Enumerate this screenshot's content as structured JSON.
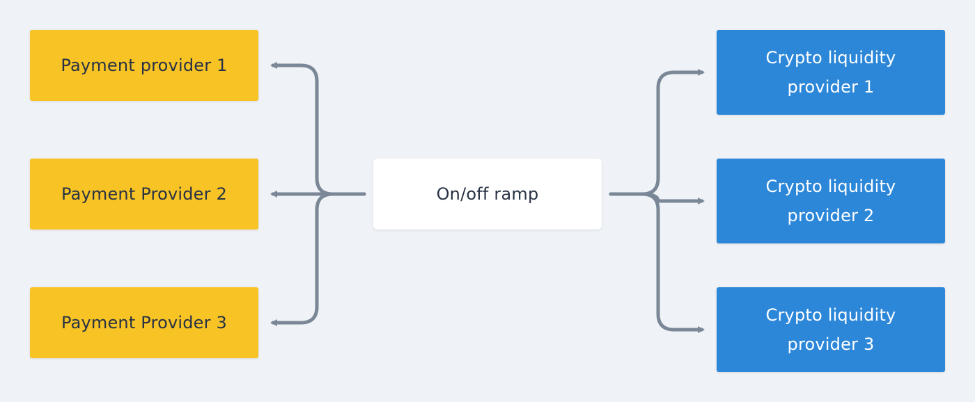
{
  "center": {
    "label": "On/off ramp"
  },
  "payment_providers": [
    {
      "label": "Payment provider 1"
    },
    {
      "label": "Payment Provider 2"
    },
    {
      "label": "Payment Provider 3"
    }
  ],
  "liquidity_providers": [
    {
      "label": "Crypto liquidity provider 1"
    },
    {
      "label": "Crypto liquidity provider 2"
    },
    {
      "label": "Crypto liquidity provider 3"
    }
  ],
  "colors": {
    "background": "#eff2f6",
    "payment_box": "#f7c325",
    "liquidity_box": "#2c87d9",
    "center_box": "#ffffff",
    "connector": "#7a8797",
    "dark_text": "#283244"
  }
}
